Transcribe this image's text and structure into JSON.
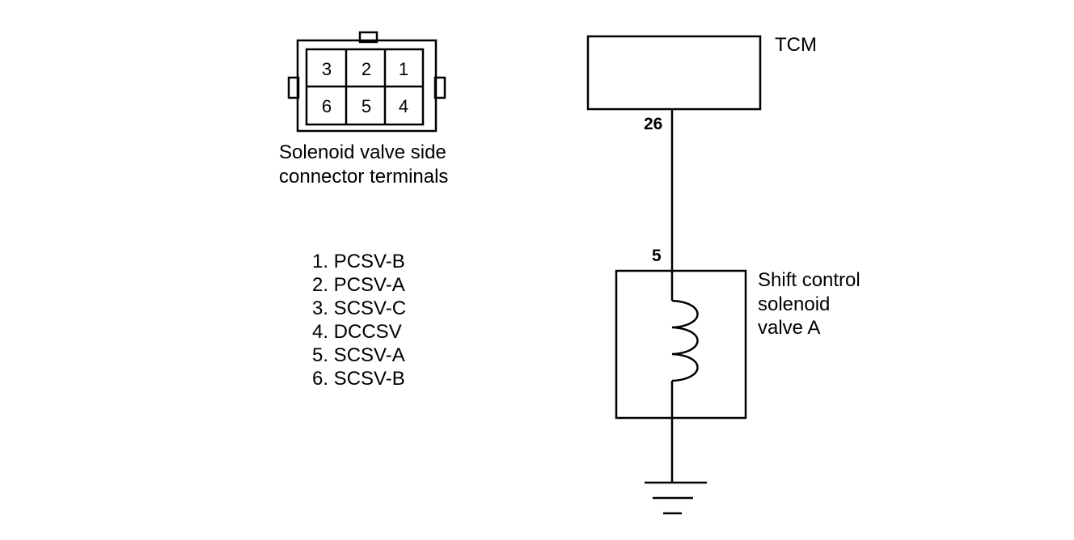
{
  "connector": {
    "cells_top": [
      "3",
      "2",
      "1"
    ],
    "cells_bottom": [
      "6",
      "5",
      "4"
    ],
    "caption_line1": "Solenoid valve side",
    "caption_line2": "connector terminals"
  },
  "legend": [
    "1. PCSV-B",
    "2. PCSV-A",
    "3. SCSV-C",
    "4. DCCSV",
    "5. SCSV-A",
    "6. SCSV-B"
  ],
  "tcm": {
    "label": "TCM",
    "pin": "26"
  },
  "solenoid": {
    "pin": "5",
    "label_line1": "Shift control",
    "label_line2": "solenoid",
    "label_line3": "valve A"
  },
  "colors": {
    "ink": "#000000",
    "background": "#ffffff"
  }
}
